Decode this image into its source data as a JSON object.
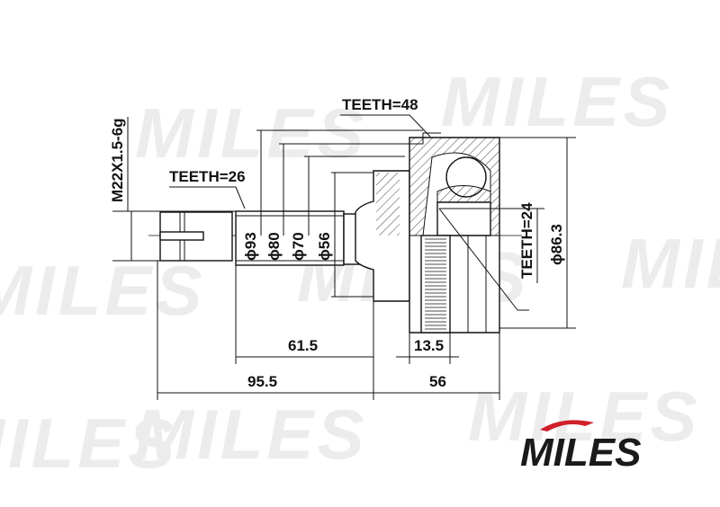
{
  "drawing": {
    "labels": {
      "teeth_outer": "TEETH=48",
      "teeth_shaft": "TEETH=26",
      "teeth_inner": "TEETH=24",
      "thread": "M22X1.5-6g",
      "d93": "ϕ93",
      "d80": "ϕ80",
      "d70": "ϕ70",
      "d56": "ϕ56",
      "d86": "ϕ86.3",
      "len_61_5": "61.5",
      "len_13_5": "13.5",
      "len_95_5": "95.5",
      "len_56": "56"
    }
  },
  "watermark": {
    "text": "MILES"
  },
  "logo": {
    "text": "MILES",
    "accent": "#d0202a"
  }
}
